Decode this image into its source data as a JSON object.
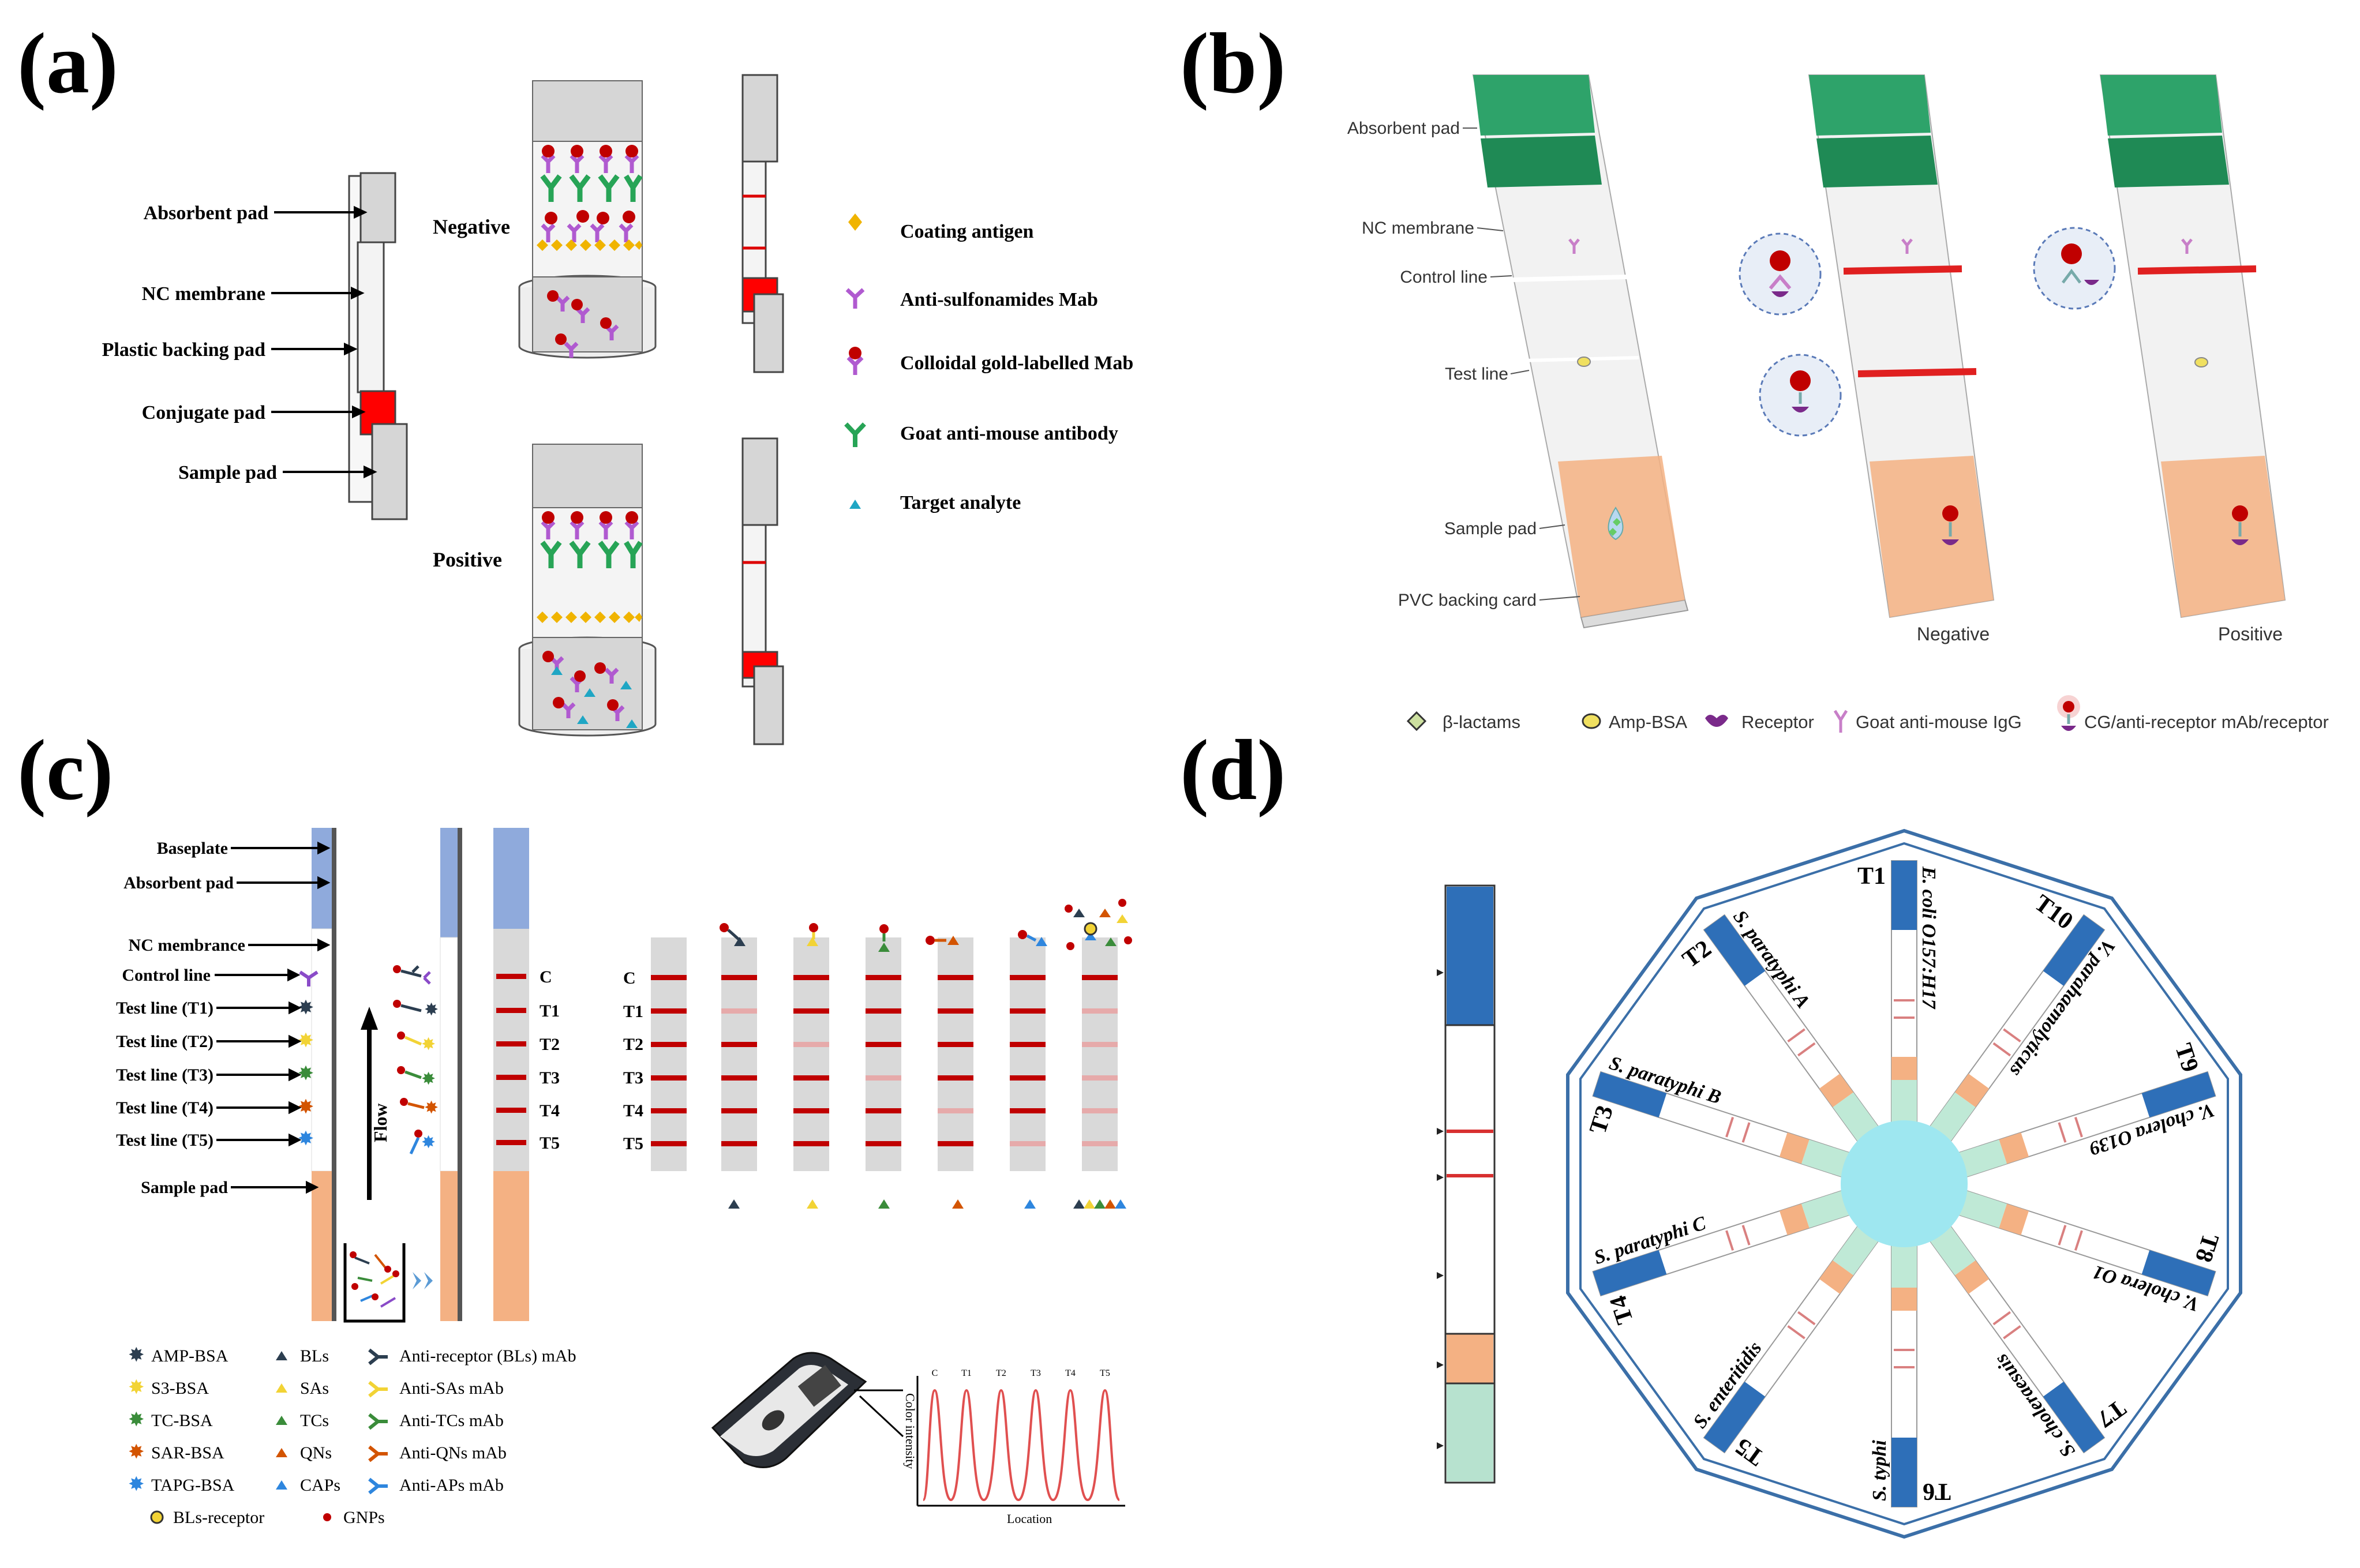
{
  "panels": {
    "a": {
      "tag": "(a)",
      "strip_labels": [
        "Absorbent pad",
        "NC membrane",
        "Plastic backing pad",
        "Conjugate pad",
        "Sample pad"
      ],
      "negative": "Negative",
      "positive": "Positive",
      "legend": [
        "Coating antigen",
        "Anti-sulfonamides Mab",
        "Colloidal gold-labelled Mab",
        "Goat anti-mouse antibody",
        "Target analyte"
      ]
    },
    "b": {
      "tag": "(b)",
      "strip_labels": [
        "Absorbent pad",
        "NC membrane",
        "Control line",
        "Test line",
        "Sample pad",
        "PVC backing card"
      ],
      "negative": "Negative",
      "positive": "Positive",
      "legend": [
        "β-lactams",
        "Amp-BSA",
        "Receptor",
        "Goat anti-mouse IgG",
        "CG/anti-receptor mAb/receptor"
      ]
    },
    "c": {
      "tag": "(c)",
      "strip_labels": [
        "Baseplate",
        "Absorbent pad",
        "NC membrance",
        "Control line",
        "Test line (T1)",
        "Test line (T2)",
        "Test line (T3)",
        "Test line (T4)",
        "Test line (T5)",
        "Sample pad"
      ],
      "flow": "Flow",
      "line_labels": [
        "C",
        "T1",
        "T2",
        "T3",
        "T4",
        "T5"
      ],
      "legend_col1": [
        "AMP-BSA",
        "S3-BSA",
        "TC-BSA",
        "SAR-BSA",
        "TAPG-BSA",
        "BLs-receptor"
      ],
      "legend_col2": [
        "BLs",
        "SAs",
        "TCs",
        "QNs",
        "CAPs",
        "GNPs"
      ],
      "legend_col3": [
        "Anti-receptor (BLs) mAb",
        "Anti-SAs mAb",
        "Anti-TCs mAb",
        "Anti-QNs mAb",
        "Anti-APs mAb"
      ],
      "reader_ylabel": "Color intensity",
      "reader_xlabel": "Location",
      "reader_peaks": [
        "C",
        "T1",
        "T2",
        "T3",
        "T4",
        "T5"
      ]
    },
    "d": {
      "tag": "(d)",
      "strips": [
        {
          "id": "T1",
          "name": "E. coli O157:H17"
        },
        {
          "id": "T10",
          "name": "V. parahaemolyticus"
        },
        {
          "id": "T9",
          "name": "V. cholera O139"
        },
        {
          "id": "T8",
          "name": "V. cholera O1"
        },
        {
          "id": "T7",
          "name": "S. choleraesuis"
        },
        {
          "id": "T6",
          "name": "S. typhi"
        },
        {
          "id": "T5",
          "name": "S. enteritidis"
        },
        {
          "id": "T4",
          "name": "S. paratyphi C"
        },
        {
          "id": "T3",
          "name": "S. paratyphi B"
        },
        {
          "id": "T2",
          "name": "S. paratyphi A"
        }
      ]
    }
  },
  "colors": {
    "red": "#cc0000",
    "pad_gray": "#d6d6d6",
    "green_pad": "#1f9a5a",
    "orange_pad": "#f4b183",
    "blue_pad": "#8faadc",
    "teal": "#9ee7f0",
    "strip_blue": "#2e6fb8"
  }
}
